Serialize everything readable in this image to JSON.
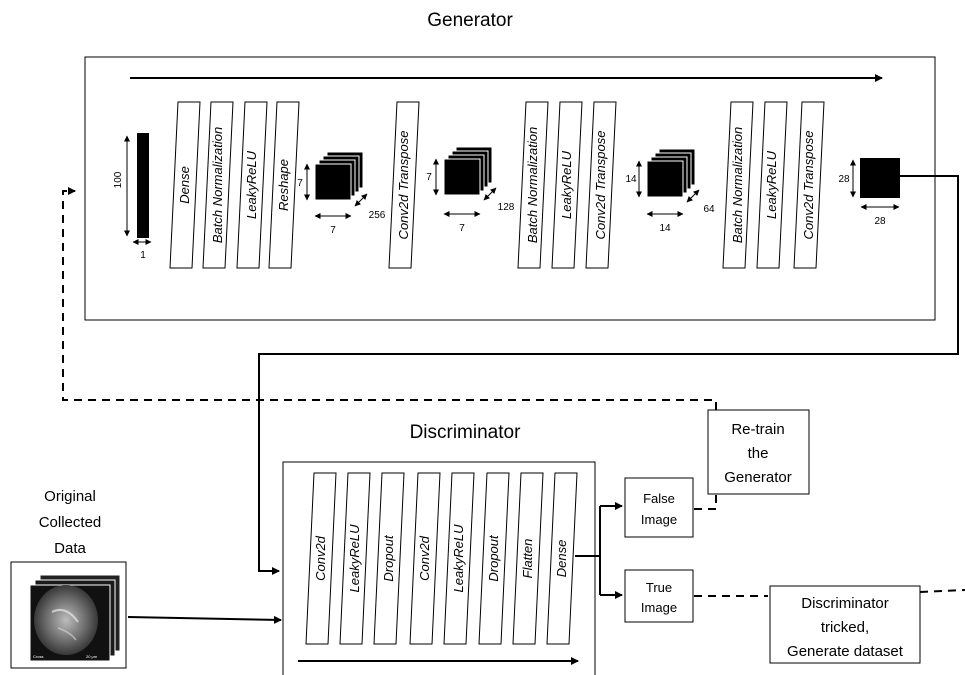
{
  "generator": {
    "title": "Generator",
    "input_dims": {
      "height": "100",
      "width": "1"
    },
    "layers": [
      "Dense",
      "Batch Normalization",
      "LeakyReLU",
      "Reshape",
      "Conv2d Transpose",
      "Batch Normalization",
      "LeakyReLU",
      "Conv2d Transpose",
      "Batch Normalization",
      "LeakyReLU",
      "Conv2d Transpose"
    ],
    "tensor1": {
      "h": "7",
      "w": "7",
      "d": "256"
    },
    "tensor2": {
      "h": "7",
      "w": "7",
      "d": "128"
    },
    "tensor3": {
      "h": "14",
      "w": "14",
      "d": "64"
    },
    "output": {
      "h": "28",
      "w": "28"
    }
  },
  "discriminator": {
    "title": "Discriminator",
    "layers": [
      "Conv2d",
      "LeakyReLU",
      "Dropout",
      "Conv2d",
      "LeakyReLU",
      "Dropout",
      "Flatten",
      "Dense"
    ]
  },
  "data_source": {
    "line1": "Original",
    "line2": "Collected",
    "line3": "Data"
  },
  "outputs": {
    "false_line1": "False",
    "false_line2": "Image",
    "true_line1": "True",
    "true_line2": "Image"
  },
  "retrain": {
    "line1": "Re-train",
    "line2": "the",
    "line3": "Generator"
  },
  "tricked": {
    "line1": "Discriminator",
    "line2": "tricked,",
    "line3": "Generate dataset"
  },
  "photo_caption": {
    "left": "Cross",
    "right": "20 μm"
  }
}
